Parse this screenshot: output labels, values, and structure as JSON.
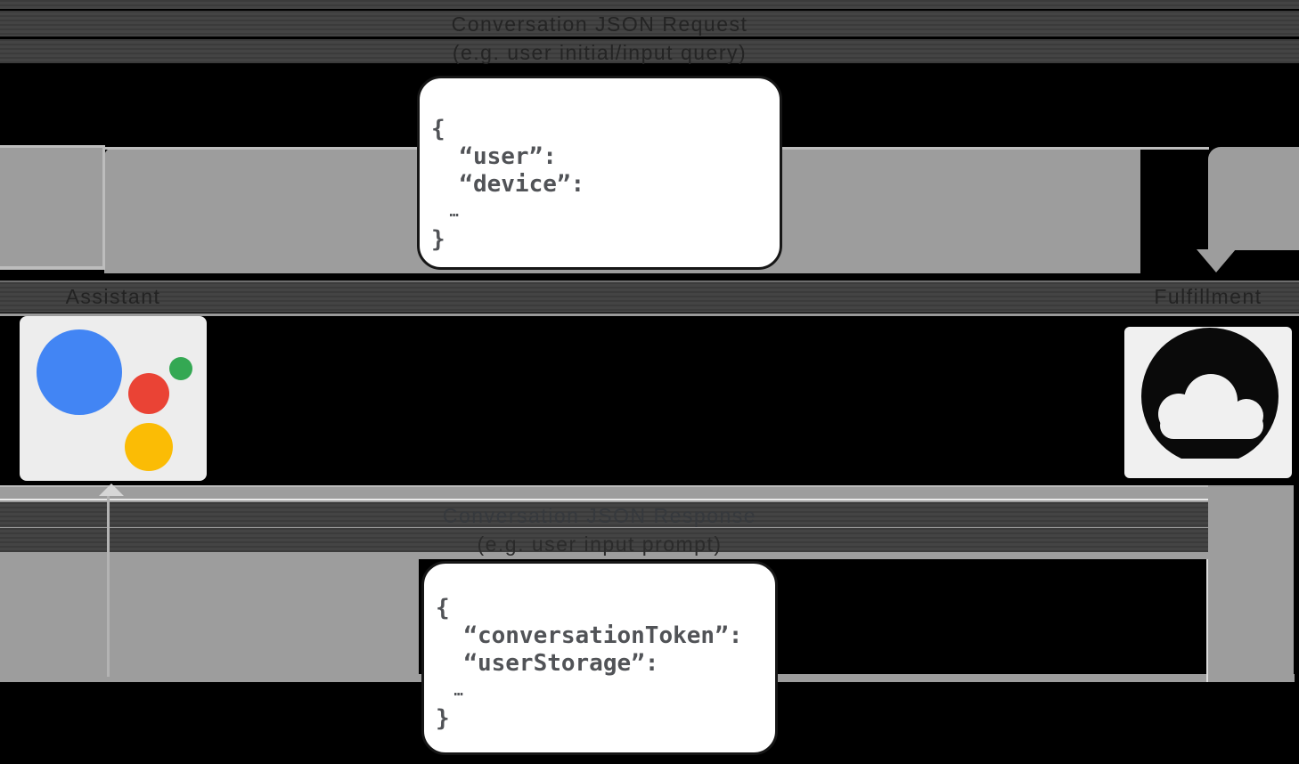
{
  "request": {
    "title": "Conversation JSON Request",
    "subtitle": "(e.g. user initial/input query)",
    "json": [
      "{",
      "  “user”:",
      "  “device”:",
      "  …",
      "}"
    ]
  },
  "response": {
    "title": "Conversation JSON Response",
    "subtitle": "(e.g. user input prompt)",
    "json": [
      "{",
      "  “conversationToken”:",
      "  “userStorage”:",
      "  …",
      "}"
    ]
  },
  "actors": {
    "assistant": {
      "label": "Assistant"
    },
    "fulfillment": {
      "label": "Fulfillment"
    }
  },
  "icons": {
    "assistant": "google-assistant-logo",
    "fulfillment": "cloud-icon"
  },
  "colors": {
    "assistant-blue": "#4285F4",
    "assistant-red": "#EA4335",
    "assistant-green": "#34A853",
    "assistant-yellow": "#FBBC05",
    "band-gray": "#9d9d9d",
    "code-text": "#515357",
    "box-border": "#161616"
  }
}
